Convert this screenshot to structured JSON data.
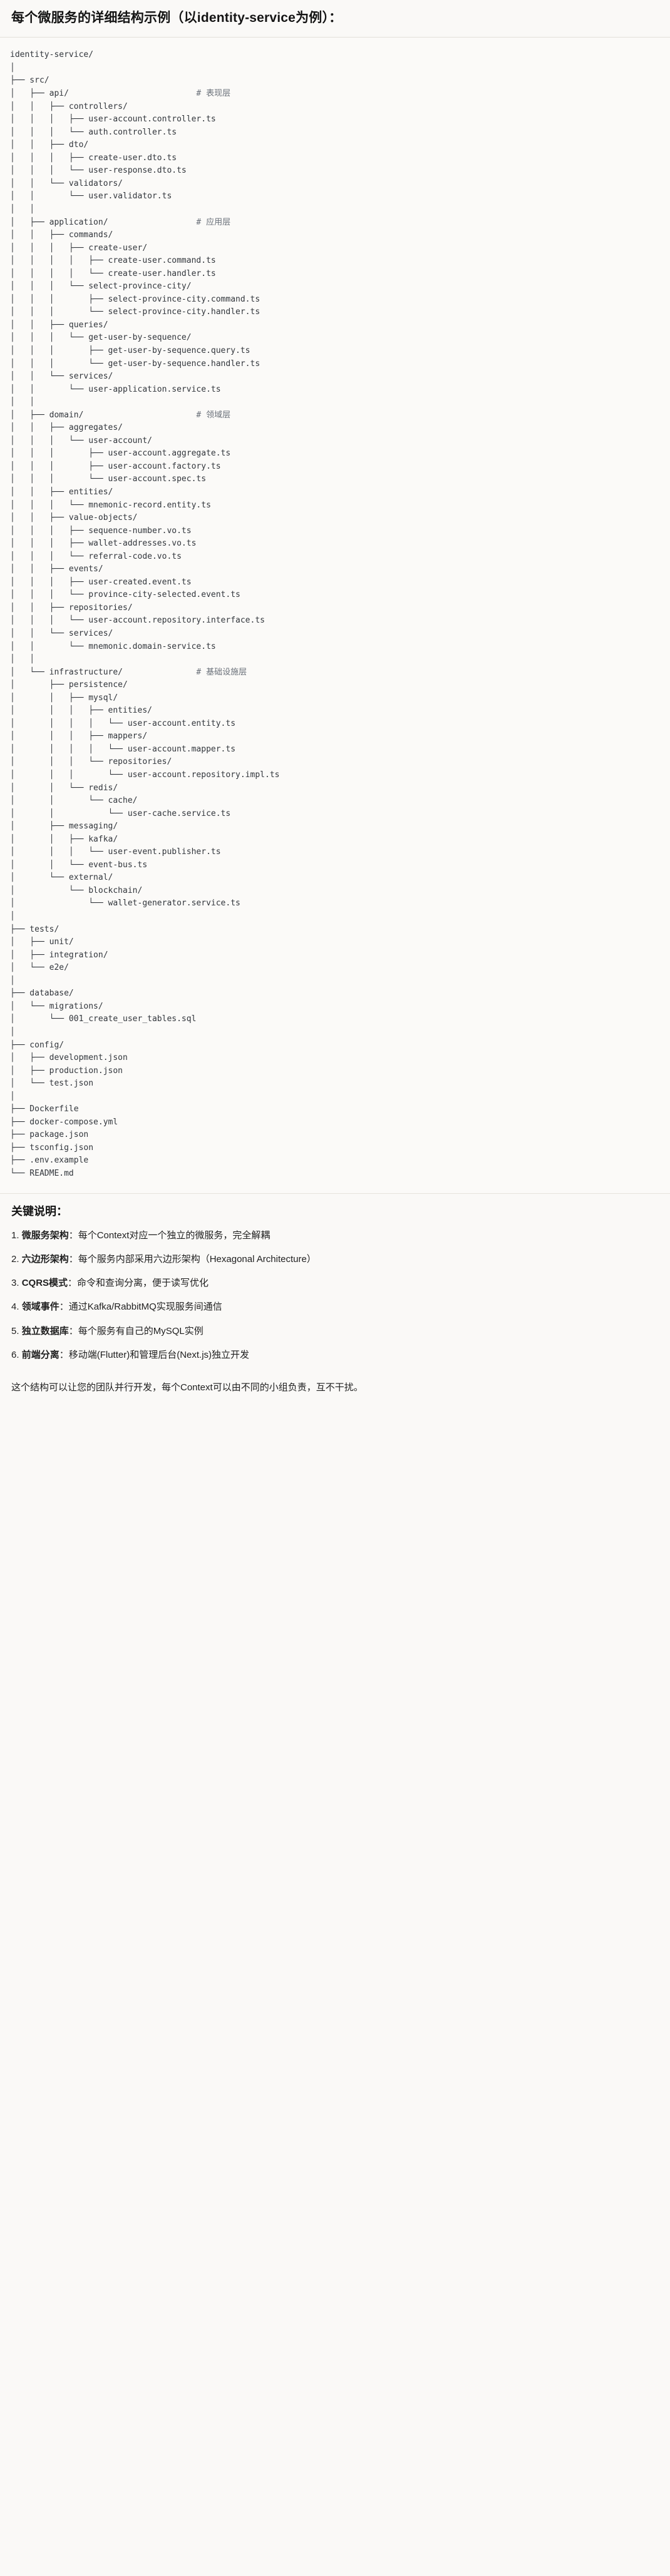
{
  "document": {
    "title": "每个微服务的详细结构示例（以identity-service为例）：",
    "root_name": "identity-service/"
  },
  "tree": {
    "text": "identity-service/\n│\n├── src/\n│   ├── api/                          # 表现层\n│   │   ├── controllers/\n│   │   │   ├── user-account.controller.ts\n│   │   │   └── auth.controller.ts\n│   │   ├── dto/\n│   │   │   ├── create-user.dto.ts\n│   │   │   └── user-response.dto.ts\n│   │   └── validators/\n│   │       └── user.validator.ts\n│   │\n│   ├── application/                  # 应用层\n│   │   ├── commands/\n│   │   │   ├── create-user/\n│   │   │   │   ├── create-user.command.ts\n│   │   │   │   └── create-user.handler.ts\n│   │   │   └── select-province-city/\n│   │   │       ├── select-province-city.command.ts\n│   │   │       └── select-province-city.handler.ts\n│   │   ├── queries/\n│   │   │   └── get-user-by-sequence/\n│   │   │       ├── get-user-by-sequence.query.ts\n│   │   │       └── get-user-by-sequence.handler.ts\n│   │   └── services/\n│   │       └── user-application.service.ts\n│   │\n│   ├── domain/                       # 领域层\n│   │   ├── aggregates/\n│   │   │   └── user-account/\n│   │   │       ├── user-account.aggregate.ts\n│   │   │       ├── user-account.factory.ts\n│   │   │       └── user-account.spec.ts\n│   │   ├── entities/\n│   │   │   └── mnemonic-record.entity.ts\n│   │   ├── value-objects/\n│   │   │   ├── sequence-number.vo.ts\n│   │   │   ├── wallet-addresses.vo.ts\n│   │   │   └── referral-code.vo.ts\n│   │   ├── events/\n│   │   │   ├── user-created.event.ts\n│   │   │   └── province-city-selected.event.ts\n│   │   ├── repositories/\n│   │   │   └── user-account.repository.interface.ts\n│   │   └── services/\n│   │       └── mnemonic.domain-service.ts\n│   │\n│   └── infrastructure/               # 基础设施层\n│       ├── persistence/\n│       │   ├── mysql/\n│       │   │   ├── entities/\n│       │   │   │   └── user-account.entity.ts\n│       │   │   ├── mappers/\n│       │   │   │   └── user-account.mapper.ts\n│       │   │   └── repositories/\n│       │   │       └── user-account.repository.impl.ts\n│       │   └── redis/\n│       │       └── cache/\n│       │           └── user-cache.service.ts\n│       ├── messaging/\n│       │   ├── kafka/\n│       │   │   └── user-event.publisher.ts\n│       │   └── event-bus.ts\n│       └── external/\n│           └── blockchain/\n│               └── wallet-generator.service.ts\n│\n├── tests/\n│   ├── unit/\n│   ├── integration/\n│   └── e2e/\n│\n├── database/\n│   └── migrations/\n│       └── 001_create_user_tables.sql\n│\n├── config/\n│   ├── development.json\n│   ├── production.json\n│   └── test.json\n│\n├── Dockerfile\n├── docker-compose.yml\n├── package.json\n├── tsconfig.json\n├── .env.example\n└── README.md"
  },
  "layer_comments": [
    {
      "marker": "#",
      "label": "表现层"
    },
    {
      "marker": "#",
      "label": "应用层"
    },
    {
      "marker": "#",
      "label": "领域层"
    },
    {
      "marker": "#",
      "label": "基础设施层"
    }
  ],
  "notes": {
    "heading": "关键说明：",
    "items": [
      {
        "num": "1.",
        "term": "微服务架构",
        "sep": "：",
        "desc": "每个Context对应一个独立的微服务，完全解耦"
      },
      {
        "num": "2.",
        "term": "六边形架构",
        "sep": "：",
        "desc": "每个服务内部采用六边形架构（Hexagonal Architecture）"
      },
      {
        "num": "3.",
        "term": "CQRS模式",
        "sep": "：",
        "desc": "命令和查询分离，便于读写优化"
      },
      {
        "num": "4.",
        "term": "领域事件",
        "sep": "：",
        "desc": "通过Kafka/RabbitMQ实现服务间通信"
      },
      {
        "num": "5.",
        "term": "独立数据库",
        "sep": "：",
        "desc": "每个服务有自己的MySQL实例"
      },
      {
        "num": "6.",
        "term": "前端分离",
        "sep": "：",
        "desc": "移动端(Flutter)和管理后台(Next.js)独立开发"
      }
    ]
  },
  "footer": {
    "text": "这个结构可以让您的团队并行开发，每个Context可以由不同的小组负责，互不干扰。"
  },
  "colors": {
    "page_background": "#faf9f7",
    "code_background": "#fbfaf8",
    "text": "#1b1b1b",
    "code_text": "#32363c",
    "comment_text": "#6a7079",
    "rule": "#e3e0da"
  }
}
